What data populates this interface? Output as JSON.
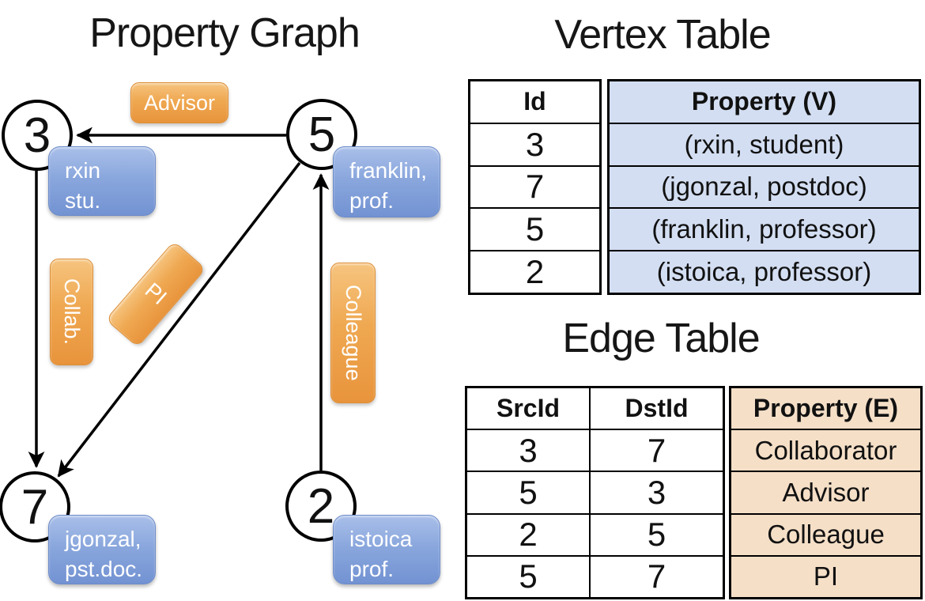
{
  "colors": {
    "edge_label_orange": "#EE9F47",
    "vertex_label_blue": "#7E9CD8",
    "vertex_table_fill": "#D3DEF2",
    "edge_table_fill": "#F5DFC7",
    "line_black": "#000000"
  },
  "graph_panel": {
    "title": "Property Graph",
    "vertices": [
      {
        "id": "3",
        "prop_line1": "rxin",
        "prop_line2": "stu."
      },
      {
        "id": "5",
        "prop_line1": "franklin,",
        "prop_line2": "prof."
      },
      {
        "id": "7",
        "prop_line1": "jgonzal,",
        "prop_line2": "pst.doc."
      },
      {
        "id": "2",
        "prop_line1": "istoica",
        "prop_line2": "prof."
      }
    ],
    "edge_labels": {
      "advisor": "Advisor",
      "collab": "Collab.",
      "pi": "PI",
      "colleague": "Colleague"
    }
  },
  "vertex_table": {
    "title": "Vertex Table",
    "headers": {
      "id": "Id",
      "property": "Property (V)"
    },
    "rows": [
      {
        "id": "3",
        "property": "(rxin, student)"
      },
      {
        "id": "7",
        "property": "(jgonzal, postdoc)"
      },
      {
        "id": "5",
        "property": "(franklin, professor)"
      },
      {
        "id": "2",
        "property": "(istoica, professor)"
      }
    ]
  },
  "edge_table": {
    "title": "Edge Table",
    "headers": {
      "src": "SrcId",
      "dst": "DstId",
      "property": "Property (E)"
    },
    "rows": [
      {
        "src": "3",
        "dst": "7",
        "property": "Collaborator"
      },
      {
        "src": "5",
        "dst": "3",
        "property": "Advisor"
      },
      {
        "src": "2",
        "dst": "5",
        "property": "Colleague"
      },
      {
        "src": "5",
        "dst": "7",
        "property": "PI"
      }
    ]
  }
}
